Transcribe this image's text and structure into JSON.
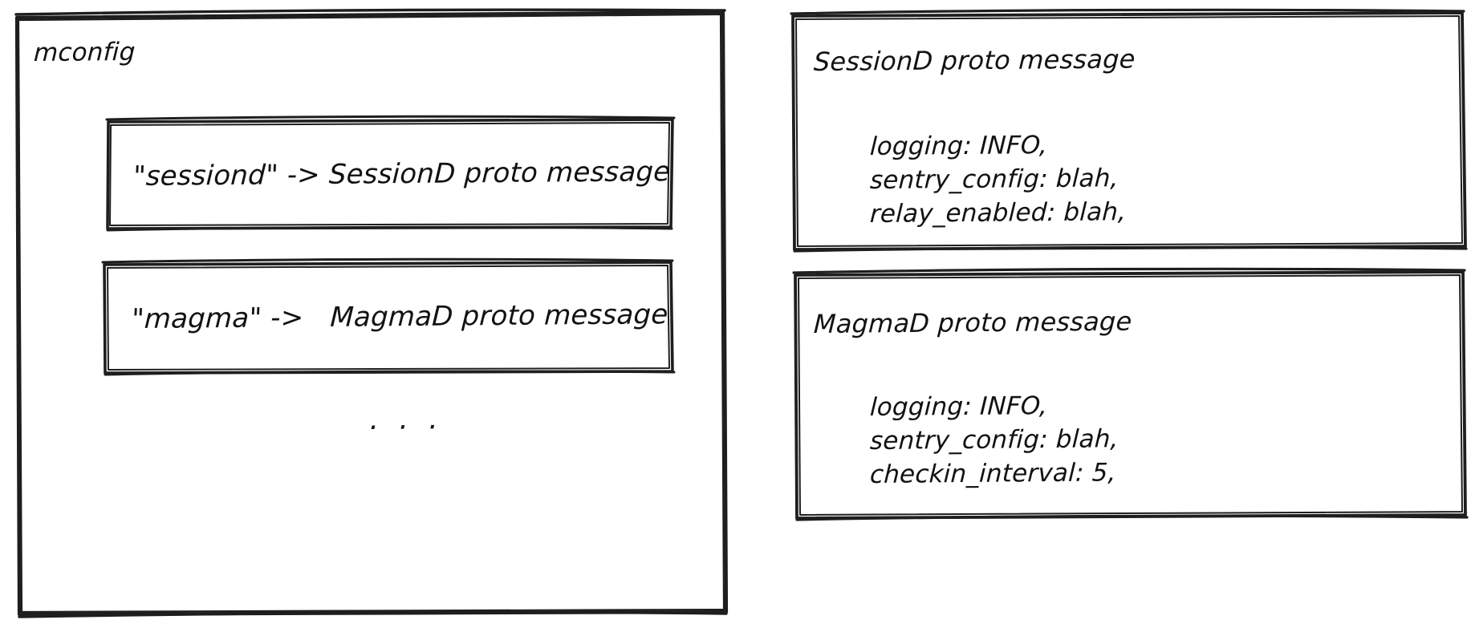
{
  "diagram": {
    "type": "hand-drawn-block-diagram",
    "background_color": "#ffffff",
    "stroke_color": "#1e1e1e",
    "text_color": "#121212"
  },
  "mconfig_container": {
    "title": "mconfig",
    "rows": [
      {
        "id": "sessiond",
        "label": "\"sessiond\" -> SessionD proto message"
      },
      {
        "id": "magma",
        "label": "\"magma\" ->   MagmaD proto message"
      }
    ],
    "ellipsis": ". . ."
  },
  "proto_cards": [
    {
      "id": "sessiond",
      "title": "SessionD proto message",
      "fields": [
        "logging: INFO,",
        "sentry_config: blah,",
        "relay_enabled: blah,"
      ]
    },
    {
      "id": "magmad",
      "title": "MagmaD proto message",
      "fields": [
        "logging: INFO,",
        "sentry_config: blah,",
        "checkin_interval: 5,"
      ]
    }
  ]
}
